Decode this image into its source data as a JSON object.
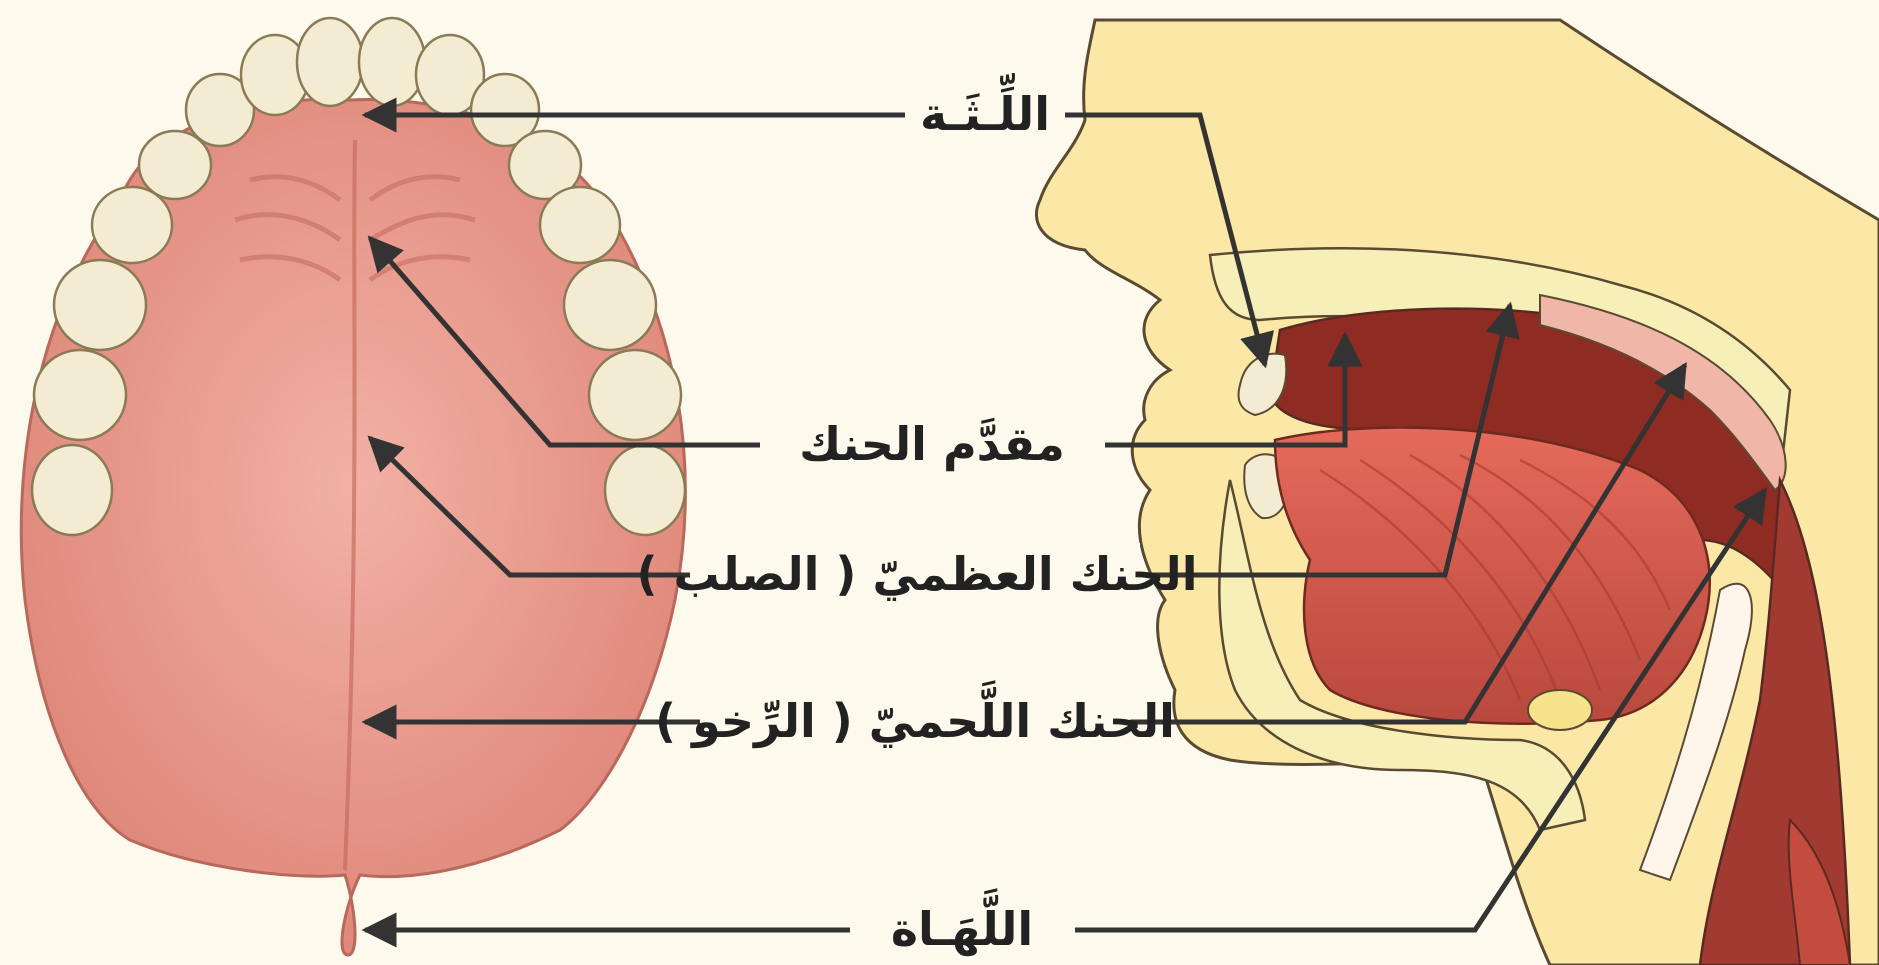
{
  "labels": {
    "gums": "اللِّـثَـة",
    "front_palate": "مقدَّم الحنك",
    "hard_palate": "الحنك العظميّ ( الصلب )",
    "soft_palate": "الحنك اللَّحميّ ( الرِّخو )",
    "uvula": "اللَّهَـاة"
  },
  "colors": {
    "background": "#fdf9ec",
    "palate": "#e99b8f",
    "palate_dark": "#c9685d",
    "teeth": "#f3ecd2",
    "skin": "#fbe8a6",
    "outline": "#5a4a32",
    "mouth_cavity": "#8e2b22",
    "tongue": "#d9584a",
    "bone": "#f6efb8",
    "arrow": "#333333"
  }
}
